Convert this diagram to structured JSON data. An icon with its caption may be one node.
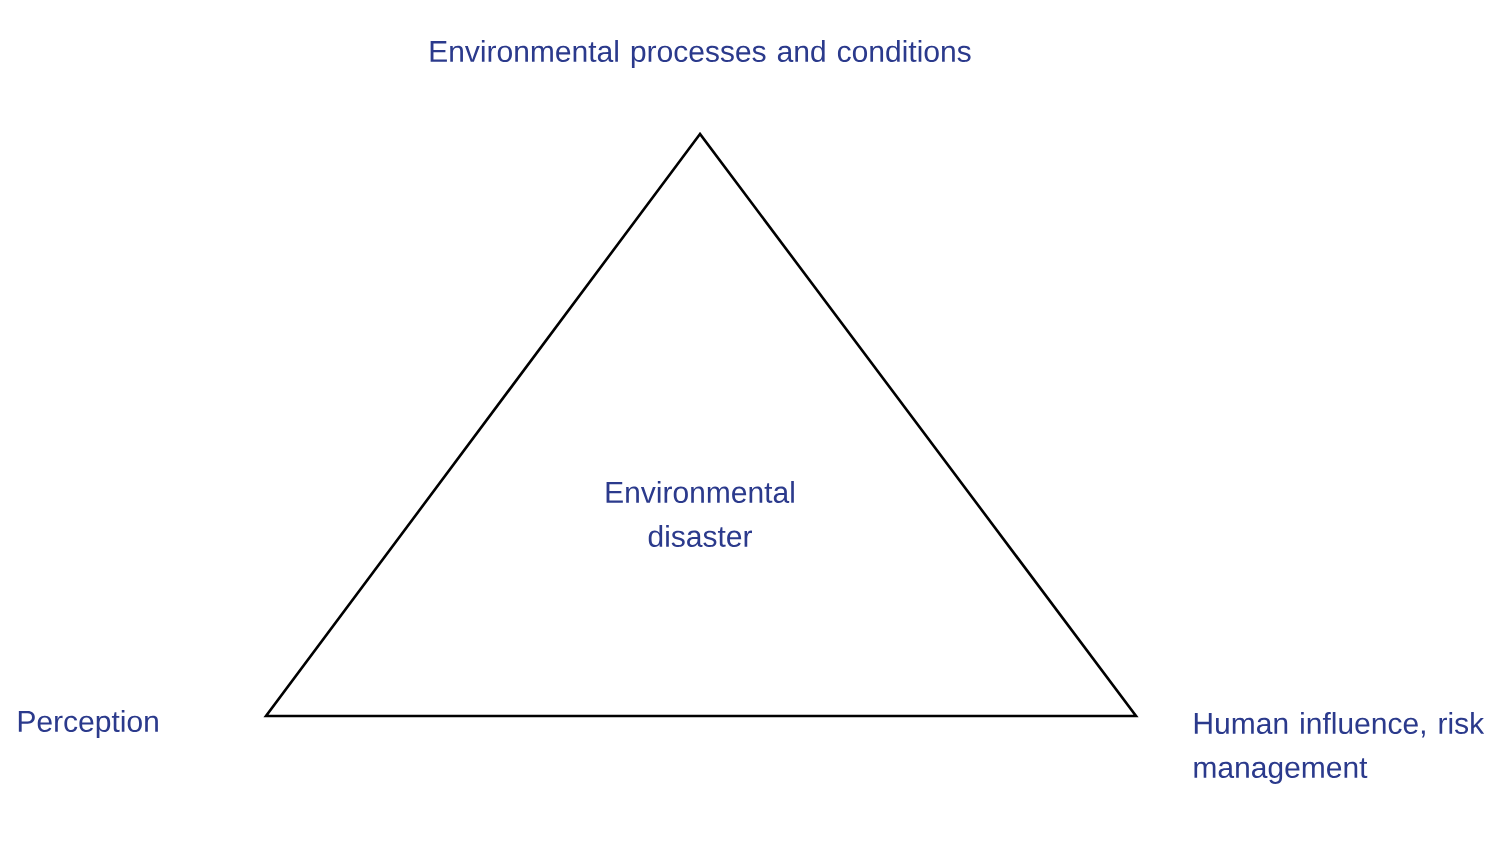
{
  "diagram": {
    "nodes": [
      {
        "text": [
          "Environmental disaster"
        ]
      }
    ],
    "labels": [
      "Environmental processes and conditions",
      "Perception",
      "Human influence, risk management"
    ]
  }
}
